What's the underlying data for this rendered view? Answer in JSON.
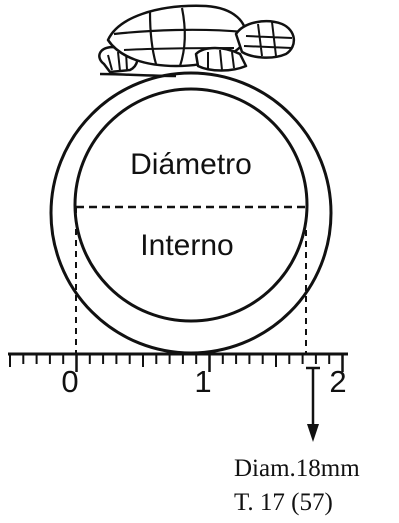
{
  "labels": {
    "upper": "Diámetro",
    "lower": "Interno"
  },
  "scale": {
    "ticks": [
      "0",
      "1",
      "2"
    ]
  },
  "measurement": {
    "diameter": "Diam.18mm",
    "size": "T. 17 (57)"
  },
  "colors": {
    "stroke": "#111111",
    "background": "#ffffff"
  }
}
